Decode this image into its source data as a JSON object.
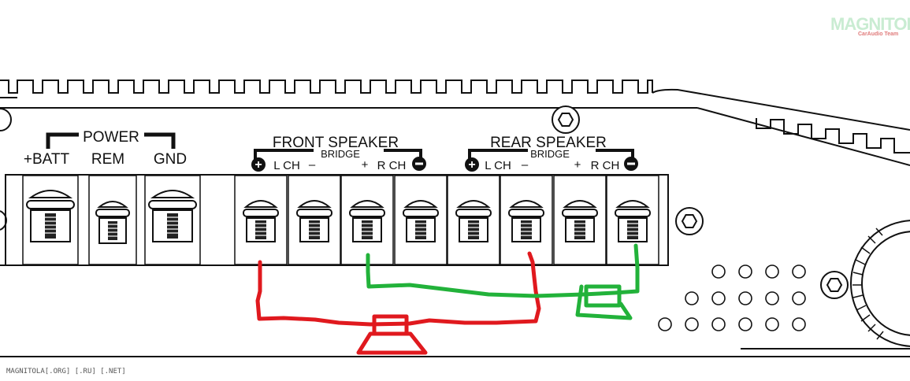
{
  "watermark": {
    "logo": "MAGNITOLA",
    "sub": "CarAudio Team",
    "footer": "MAGNITOLA[.ORG] [.RU] [.NET]"
  },
  "power": {
    "title": "POWER",
    "batt": "+BATT",
    "rem": "REM",
    "gnd": "GND"
  },
  "front": {
    "title": "FRONT SPEAKER",
    "bridge": "BRIDGE",
    "lch": "L CH",
    "rch": "R CH",
    "minus": "–",
    "plus": "+"
  },
  "rear": {
    "title": "REAR SPEAKER",
    "bridge": "BRIDGE",
    "lch": "L CH",
    "rch": "R CH",
    "minus": "–",
    "plus": "+"
  },
  "colors": {
    "line": "#111111",
    "red_wire": "#e0191e",
    "green_wire": "#22b23a"
  }
}
